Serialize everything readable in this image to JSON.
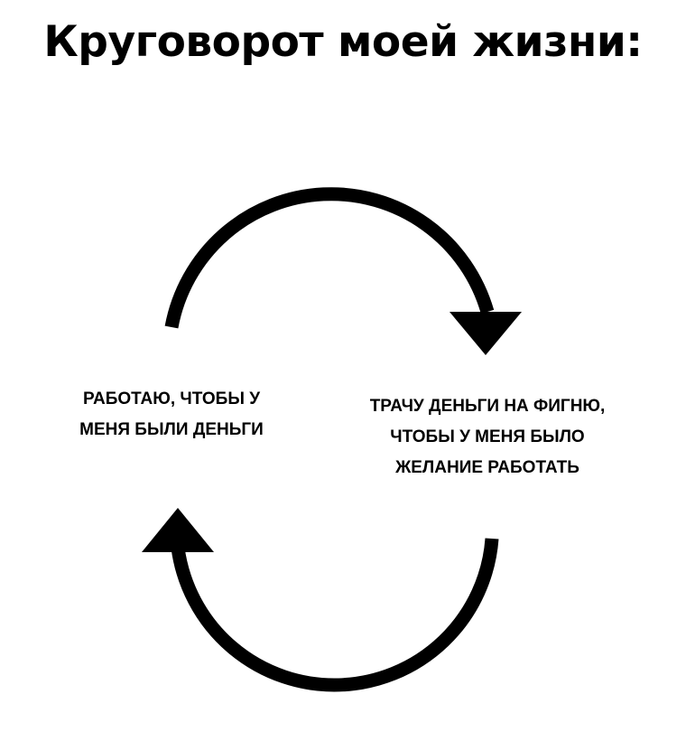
{
  "title": "Круговорот моей жизни:",
  "left_node": {
    "lines": [
      "РАБОТАЮ, ЧТОБЫ У",
      "МЕНЯ БЫЛИ ДЕНЬГИ"
    ]
  },
  "right_node": {
    "lines": [
      "ТРАЧУ ДЕНЬГИ НА ФИГНЮ,",
      "ЧТОБЫ У МЕНЯ БЫЛО",
      "ЖЕЛАНИЕ РАБОТАТЬ"
    ]
  },
  "colors": {
    "background": "#ffffff",
    "foreground": "#000000"
  },
  "icons": [
    "arrow-clockwise-top-icon",
    "arrow-clockwise-bottom-icon"
  ]
}
